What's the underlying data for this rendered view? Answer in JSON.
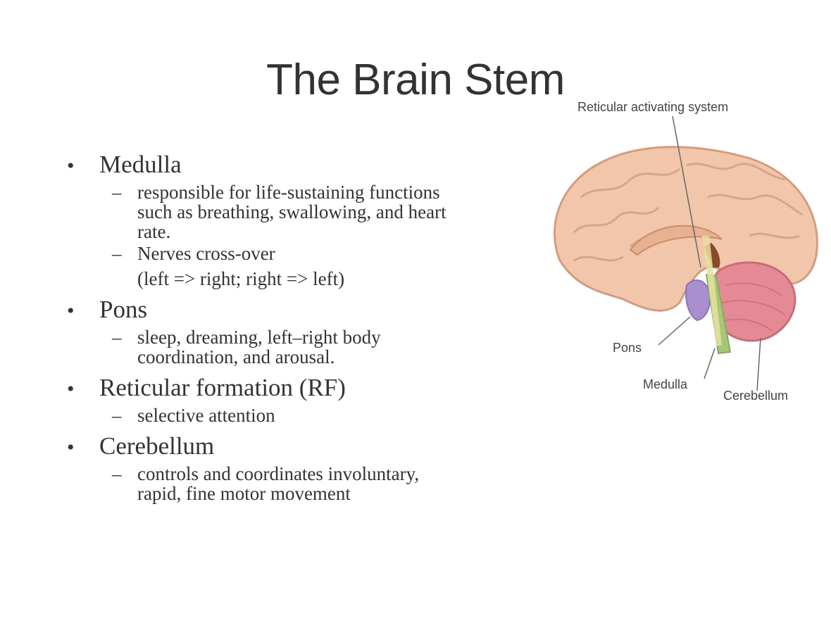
{
  "slide": {
    "title": "The Brain Stem",
    "items": [
      {
        "heading": "Medulla",
        "subs": [
          "responsible for life-sustaining functions such as breathing, swallowing, and heart rate.",
          "Nerves cross-over",
          "(left => right; right => left)"
        ]
      },
      {
        "heading": "Pons",
        "subs": [
          "sleep, dreaming, left–right body coordination, and arousal."
        ]
      },
      {
        "heading": "Reticular formation (RF)",
        "subs": [
          "selective attention"
        ]
      },
      {
        "heading": "Cerebellum",
        "subs": [
          "controls and coordinates involuntary, rapid, fine motor movement"
        ]
      }
    ]
  },
  "figure": {
    "labels": {
      "ras": "Reticular activating system",
      "pons": "Pons",
      "medulla": "Medulla",
      "cerebellum": "Cerebellum"
    }
  }
}
